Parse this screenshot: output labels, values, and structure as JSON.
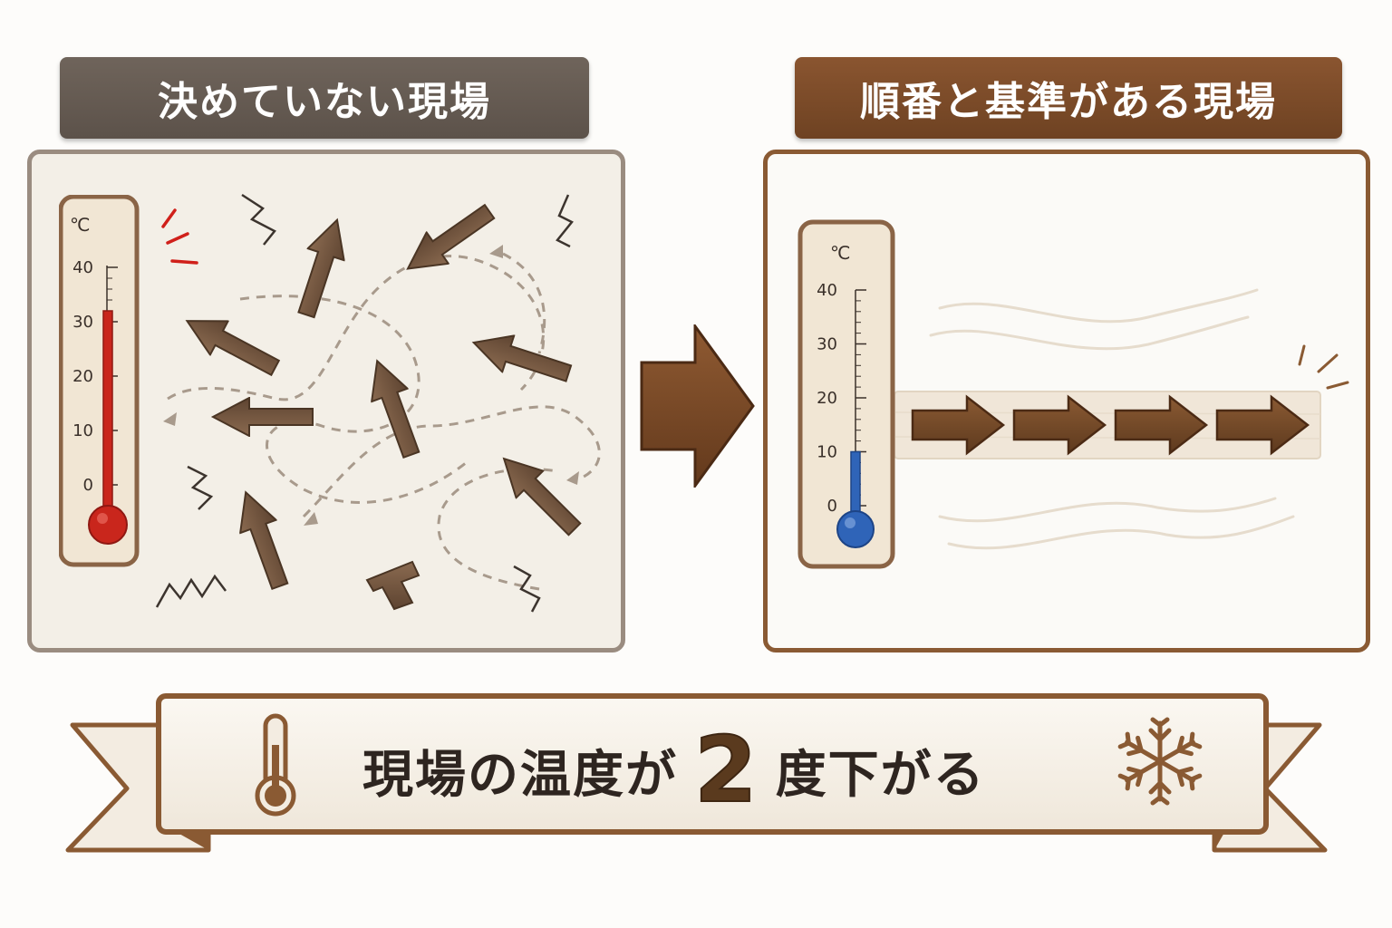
{
  "left_panel": {
    "title": "決めていない現場",
    "thermometer": {
      "unit": "℃",
      "ticks": [
        "40",
        "30",
        "20",
        "10",
        "0"
      ],
      "level_celsius": 32,
      "liquid_color": "#c9261c"
    }
  },
  "right_panel": {
    "title": "順番と基準がある現場",
    "thermometer": {
      "unit": "℃",
      "ticks": [
        "40",
        "30",
        "20",
        "10",
        "0"
      ],
      "level_celsius": 10,
      "liquid_color": "#2f64b8"
    },
    "flow_arrow_count": 4
  },
  "banner": {
    "text_before": "現場の温度が",
    "number": "2",
    "text_after": "度下がる",
    "left_icon": "thermometer-icon",
    "right_icon": "snowflake-icon"
  },
  "colors": {
    "wood_dark": "#6e4222",
    "wood_mid": "#8a5a33",
    "gray_header": "#5f554d"
  }
}
